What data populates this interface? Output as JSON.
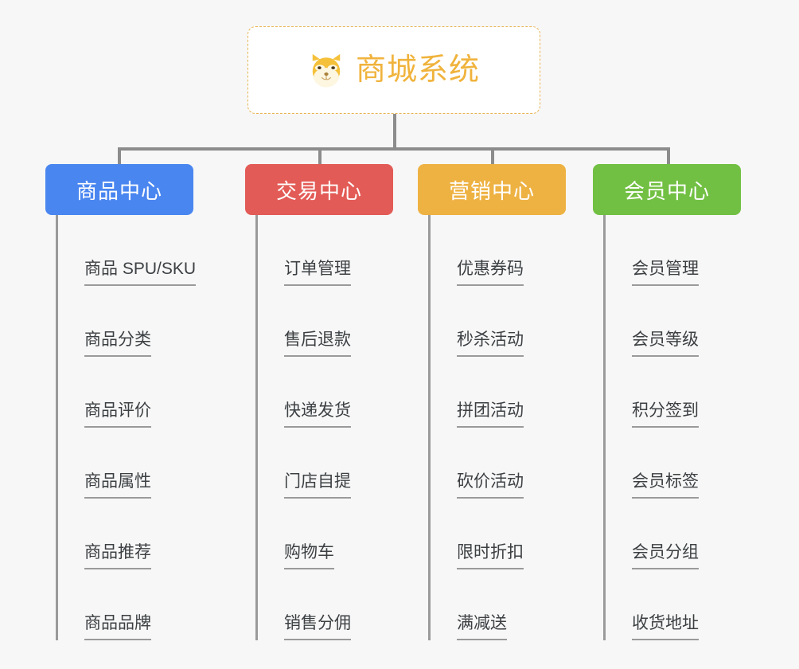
{
  "root": {
    "title": "商城系统",
    "icon": "dog-face-icon",
    "border_color": "#e8b352",
    "text_color": "#f0b33c",
    "background": "#ffffff"
  },
  "canvas": {
    "background": "#f7f7f7",
    "connector_color": "#8c8c8c"
  },
  "branches": [
    {
      "label": "商品中心",
      "color": "#4a86f0",
      "children": [
        {
          "label": "商品 SPU/SKU"
        },
        {
          "label": "商品分类"
        },
        {
          "label": "商品评价"
        },
        {
          "label": "商品属性"
        },
        {
          "label": "商品推荐"
        },
        {
          "label": "商品品牌"
        }
      ]
    },
    {
      "label": "交易中心",
      "color": "#e35b56",
      "children": [
        {
          "label": "订单管理"
        },
        {
          "label": "售后退款"
        },
        {
          "label": "快递发货"
        },
        {
          "label": "门店自提"
        },
        {
          "label": "购物车"
        },
        {
          "label": "销售分佣"
        }
      ]
    },
    {
      "label": "营销中心",
      "color": "#eeb243",
      "children": [
        {
          "label": "优惠券码"
        },
        {
          "label": "秒杀活动"
        },
        {
          "label": "拼团活动"
        },
        {
          "label": "砍价活动"
        },
        {
          "label": "限时折扣"
        },
        {
          "label": "满减送"
        }
      ]
    },
    {
      "label": "会员中心",
      "color": "#72c043",
      "children": [
        {
          "label": "会员管理"
        },
        {
          "label": "会员等级"
        },
        {
          "label": "积分签到"
        },
        {
          "label": "会员标签"
        },
        {
          "label": "会员分组"
        },
        {
          "label": "收货地址"
        }
      ]
    }
  ]
}
